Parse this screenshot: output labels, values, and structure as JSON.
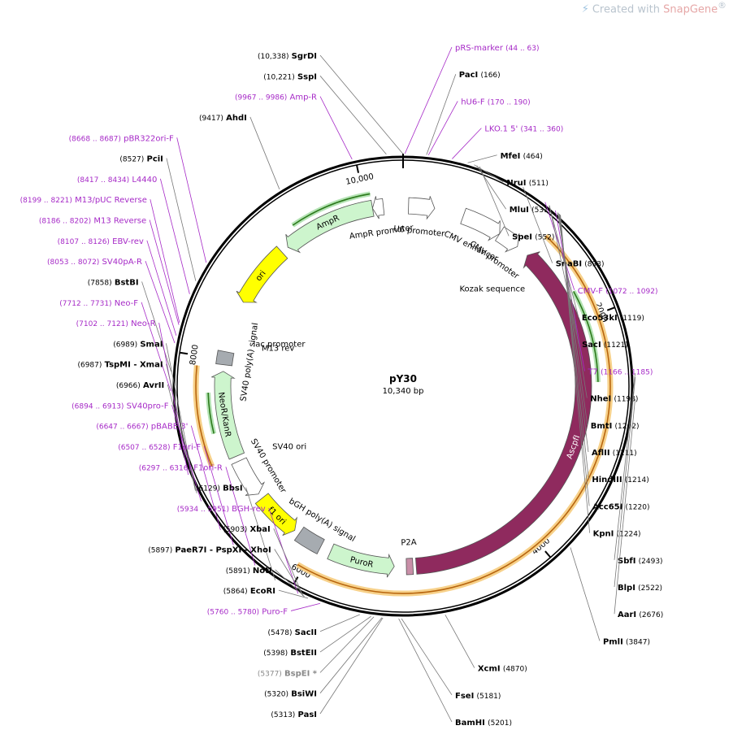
{
  "watermark": {
    "prefix": "Created with ",
    "brand": "SnapGene",
    "mark": "®"
  },
  "plasmid": {
    "name": "pY30",
    "size_label": "10,340 bp",
    "length": 10340
  },
  "ticks": [
    {
      "pos": 2000,
      "label": "2000"
    },
    {
      "pos": 4000,
      "label": "4000"
    },
    {
      "pos": 6000,
      "label": "6000"
    },
    {
      "pos": 8000,
      "label": "8000"
    },
    {
      "pos": 10000,
      "label": "10,000"
    }
  ],
  "right_labels": [
    {
      "pos": 13,
      "name": "pRS-marker",
      "coord": "(44 .. 63)",
      "kind": "primer"
    },
    {
      "pos": 166,
      "name": "PacI",
      "coord": "(166)",
      "kind": "enzyme"
    },
    {
      "pos": 180,
      "name": "hU6-F",
      "coord": "(170 .. 190)",
      "kind": "primer"
    },
    {
      "pos": 350,
      "name": "LKO.1 5'",
      "coord": "(341 .. 360)",
      "kind": "primer"
    },
    {
      "pos": 464,
      "name": "MfeI",
      "coord": "(464)",
      "kind": "enzyme"
    },
    {
      "pos": 511,
      "name": "NruI",
      "coord": "(511)",
      "kind": "enzyme"
    },
    {
      "pos": 531,
      "name": "MluI",
      "coord": "(531)",
      "kind": "enzyme"
    },
    {
      "pos": 552,
      "name": "SpeI",
      "coord": "(552)",
      "kind": "enzyme"
    },
    {
      "pos": 893,
      "name": "SnaBI",
      "coord": "(893)",
      "kind": "enzyme"
    },
    {
      "pos": 1082,
      "name": "CMV-F",
      "coord": "(1072 .. 1092)",
      "kind": "primer"
    },
    {
      "pos": 1119,
      "name": "Eco53kI",
      "coord": "(1119)",
      "kind": "enzyme"
    },
    {
      "pos": 1121,
      "name": "SacI",
      "coord": "(1121)",
      "kind": "enzyme"
    },
    {
      "pos": 1176,
      "name": "T7",
      "coord": "(1166 .. 1185)",
      "kind": "primer"
    },
    {
      "pos": 1198,
      "name": "NheI",
      "coord": "(1198)",
      "kind": "enzyme"
    },
    {
      "pos": 1202,
      "name": "BmtI",
      "coord": "(1202)",
      "kind": "enzyme"
    },
    {
      "pos": 1211,
      "name": "AflII",
      "coord": "(1211)",
      "kind": "enzyme"
    },
    {
      "pos": 1214,
      "name": "HindIII",
      "coord": "(1214)",
      "kind": "enzyme"
    },
    {
      "pos": 1220,
      "name": "Acc65I",
      "coord": "(1220)",
      "kind": "enzyme"
    },
    {
      "pos": 1224,
      "name": "KpnI",
      "coord": "(1224)",
      "kind": "enzyme"
    },
    {
      "pos": 2493,
      "name": "SbfI",
      "coord": "(2493)",
      "kind": "enzyme"
    },
    {
      "pos": 2522,
      "name": "BlpI",
      "coord": "(2522)",
      "kind": "enzyme"
    },
    {
      "pos": 2676,
      "name": "AarI",
      "coord": "(2676)",
      "kind": "enzyme"
    },
    {
      "pos": 3847,
      "name": "PmlI",
      "coord": "(3847)",
      "kind": "enzyme"
    },
    {
      "pos": 4870,
      "name": "XcmI",
      "coord": "(4870)",
      "kind": "enzyme"
    },
    {
      "pos": 5181,
      "name": "FseI",
      "coord": "(5181)",
      "kind": "enzyme"
    },
    {
      "pos": 5201,
      "name": "BamHI",
      "coord": "(5201)",
      "kind": "enzyme"
    }
  ],
  "left_labels": [
    {
      "pos": 10338,
      "name": "SgrDI",
      "coord": "(10,338)",
      "kind": "enzyme"
    },
    {
      "pos": 10221,
      "name": "SspI",
      "coord": "(10,221)",
      "kind": "enzyme"
    },
    {
      "pos": 9976,
      "name": "Amp-R",
      "coord": "(9967 .. 9986)",
      "kind": "primer"
    },
    {
      "pos": 9417,
      "name": "AhdI",
      "coord": "(9417)",
      "kind": "enzyme"
    },
    {
      "pos": 8677,
      "name": "pBR322ori-F",
      "coord": "(8668 .. 8687)",
      "kind": "primer"
    },
    {
      "pos": 8527,
      "name": "PciI",
      "coord": "(8527)",
      "kind": "enzyme"
    },
    {
      "pos": 8425,
      "name": "L4440",
      "coord": "(8417 .. 8434)",
      "kind": "primer"
    },
    {
      "pos": 8210,
      "name": "M13/pUC Reverse",
      "coord": "(8199 .. 8221)",
      "kind": "primer"
    },
    {
      "pos": 8194,
      "name": "M13 Reverse",
      "coord": "(8186 .. 8202)",
      "kind": "primer"
    },
    {
      "pos": 8116,
      "name": "EBV-rev",
      "coord": "(8107 .. 8126)",
      "kind": "primer"
    },
    {
      "pos": 8062,
      "name": "SV40pA-R",
      "coord": "(8053 .. 8072)",
      "kind": "primer"
    },
    {
      "pos": 7858,
      "name": "BstBI",
      "coord": "(7858)",
      "kind": "enzyme"
    },
    {
      "pos": 7721,
      "name": "Neo-F",
      "coord": "(7712 .. 7731)",
      "kind": "primer"
    },
    {
      "pos": 7111,
      "name": "Neo-R",
      "coord": "(7102 .. 7121)",
      "kind": "primer"
    },
    {
      "pos": 6989,
      "name": "SmaI",
      "coord": "(6989)",
      "kind": "enzyme"
    },
    {
      "pos": 6987,
      "name": "TspMI - XmaI",
      "coord": "(6987)",
      "kind": "enzyme"
    },
    {
      "pos": 6966,
      "name": "AvrII",
      "coord": "(6966)",
      "kind": "enzyme"
    },
    {
      "pos": 6903,
      "name": "SV40pro-F",
      "coord": "(6894 .. 6913)",
      "kind": "primer"
    },
    {
      "pos": 6657,
      "name": "pBABE 3'",
      "coord": "(6647 .. 6667)",
      "kind": "primer"
    },
    {
      "pos": 6517,
      "name": "F1ori-F",
      "coord": "(6507 .. 6528)",
      "kind": "primer"
    },
    {
      "pos": 6306,
      "name": "F1ori-R",
      "coord": "(6297 .. 6316)",
      "kind": "primer"
    },
    {
      "pos": 6129,
      "name": "BbsI",
      "coord": "(6129)",
      "kind": "enzyme"
    },
    {
      "pos": 5942,
      "name": "BGH-rev",
      "coord": "(5934 .. 5951)",
      "kind": "primer"
    },
    {
      "pos": 5903,
      "name": "XbaI",
      "coord": "(5903)",
      "kind": "enzyme"
    },
    {
      "pos": 5897,
      "name": "PaeR7I - PspXI - XhoI",
      "coord": "(5897)",
      "kind": "enzyme"
    },
    {
      "pos": 5891,
      "name": "NotI",
      "coord": "(5891)",
      "kind": "enzyme"
    },
    {
      "pos": 5864,
      "name": "EcoRI",
      "coord": "(5864)",
      "kind": "enzyme"
    },
    {
      "pos": 5770,
      "name": "Puro-F",
      "coord": "(5760 .. 5780)",
      "kind": "primer"
    },
    {
      "pos": 5478,
      "name": "SacII",
      "coord": "(5478)",
      "kind": "enzyme"
    },
    {
      "pos": 5398,
      "name": "BstEII",
      "coord": "(5398)",
      "kind": "enzyme"
    },
    {
      "pos": 5377,
      "name": "BspEI *",
      "coord": "(5377)",
      "kind": "blocked"
    },
    {
      "pos": 5320,
      "name": "BsiWI",
      "coord": "(5320)",
      "kind": "enzyme"
    },
    {
      "pos": 5313,
      "name": "PasI",
      "coord": "(5313)",
      "kind": "enzyme"
    }
  ],
  "features": [
    {
      "name": "AscpfI",
      "start": 1250,
      "end": 5050,
      "dir": -1,
      "color": "#8f2a5e",
      "text_color": "#ffffff"
    },
    {
      "name": "PuroR",
      "start": 5250,
      "end": 5850,
      "dir": -1,
      "color": "#cdf5cd",
      "text_color": "#000000"
    },
    {
      "name": "bGH poly(A) signal",
      "start": 5950,
      "end": 6180,
      "dir": 0,
      "color": "#a6abb0",
      "text_color": "#000000"
    },
    {
      "name": "f1 ori",
      "start": 6230,
      "end": 6650,
      "dir": -1,
      "color": "#ffff00",
      "text_color": "#000000"
    },
    {
      "name": "SV40 promoter",
      "start": 6700,
      "end": 7050,
      "dir": -1,
      "color": "#ffffff",
      "text_color": "#000000"
    },
    {
      "name": "NeoR/KanR",
      "start": 7100,
      "end": 7890,
      "dir": 1,
      "color": "#cdf5cd",
      "text_color": "#000000"
    },
    {
      "name": "SV40 poly(A) signal",
      "start": 7950,
      "end": 8070,
      "dir": 0,
      "color": "#a6abb0",
      "text_color": "#000000"
    },
    {
      "name": "ori",
      "start": 8550,
      "end": 9130,
      "dir": -1,
      "color": "#ffff00",
      "text_color": "#000000"
    },
    {
      "name": "AmpR",
      "start": 9200,
      "end": 10060,
      "dir": -1,
      "color": "#cdf5cd",
      "text_color": "#000000"
    },
    {
      "name": "AmpR promoter",
      "start": 10060,
      "end": 10160,
      "dir": -1,
      "color": "#ffffff",
      "text_color": "#000000"
    },
    {
      "name": "U6 promoter",
      "start": 50,
      "end": 290,
      "dir": 1,
      "color": "#ffffff",
      "text_color": "#000000"
    },
    {
      "name": "CMV enhancer",
      "start": 560,
      "end": 930,
      "dir": 1,
      "color": "#ffffff",
      "text_color": "#000000"
    },
    {
      "name": "CMV promoter",
      "start": 930,
      "end": 1130,
      "dir": 1,
      "color": "#ffffff",
      "text_color": "#000000"
    },
    {
      "name": "P2A",
      "start": 5080,
      "end": 5140,
      "dir": 0,
      "color": "#c98fa8",
      "text_color": "#000000"
    }
  ],
  "small_features": [
    {
      "name": "SV40 ori",
      "pos": 6920
    },
    {
      "name": "Kozak sequence",
      "pos": 1245
    },
    {
      "name": "lac promoter",
      "pos": 8260
    },
    {
      "name": "M13 rev",
      "pos": 8210
    }
  ]
}
